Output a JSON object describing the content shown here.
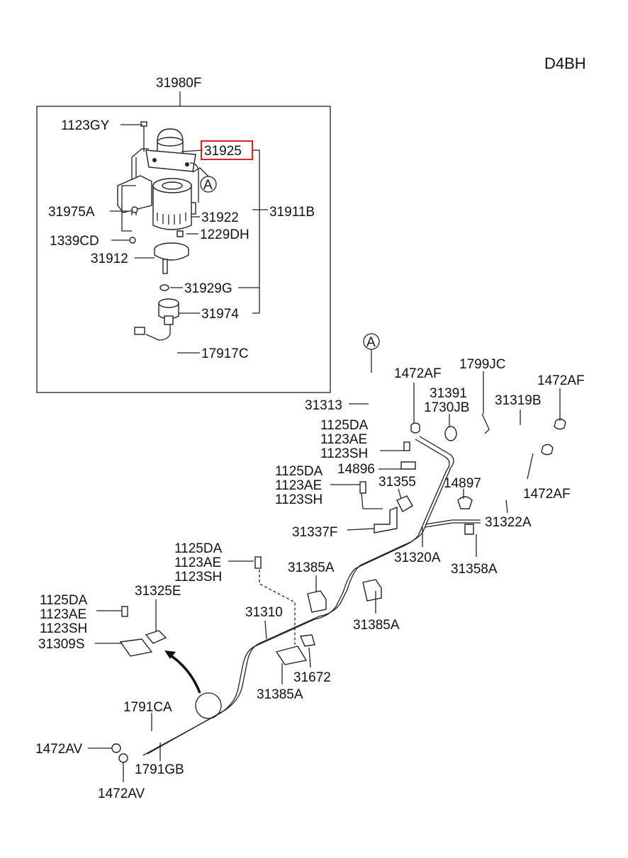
{
  "engine_code": "D4BH",
  "callout_marker": "A",
  "highlighted_part": "31925",
  "assembly": {
    "label": "31980F",
    "parts": {
      "p1123GY": "1123GY",
      "p31925": "31925",
      "p31975A": "31975A",
      "p31922": "31922",
      "p31911B": "31911B",
      "p1339CD": "1339CD",
      "p1229DH": "1229DH",
      "p31912": "31912",
      "p31929G": "31929G",
      "p31974": "31974",
      "p17917C": "17917C"
    }
  },
  "lines": {
    "p31313": "31313",
    "p1472AF_a": "1472AF",
    "p1799JC": "1799JC",
    "p1472AF_b": "1472AF",
    "p31391": "31391",
    "p1730JB": "1730JB",
    "p31319B": "31319B",
    "bolt_a": [
      "1125DA",
      "1123AE",
      "1123SH"
    ],
    "p14896": "14896",
    "bolt_b": [
      "1125DA",
      "1123AE",
      "1123SH"
    ],
    "p31355": "31355",
    "p14897": "14897",
    "p1472AF_c": "1472AF",
    "p31322A": "31322A",
    "p31337F": "31337F",
    "p31320A": "31320A",
    "p31358A": "31358A",
    "bolt_c": [
      "1125DA",
      "1123AE",
      "1123SH"
    ],
    "p31385A_a": "31385A",
    "p31385A_b": "31385A",
    "p31325E": "31325E",
    "bolt_d": [
      "1125DA",
      "1123AE",
      "1123SH"
    ],
    "p31310": "31310",
    "p31309S": "31309S",
    "p31672": "31672",
    "p31385A_c": "31385A",
    "p1791CA": "1791CA",
    "p1472AV_a": "1472AV",
    "p1791GB": "1791GB",
    "p1472AV_b": "1472AV"
  }
}
